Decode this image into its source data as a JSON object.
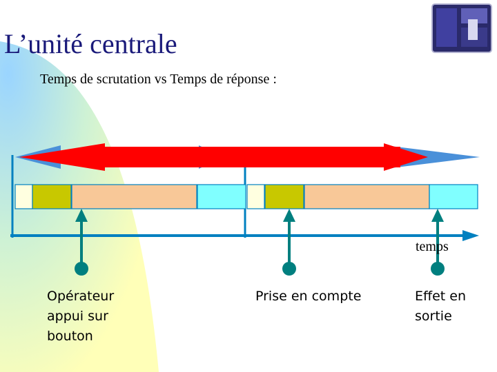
{
  "slide": {
    "title": "L’unité centrale",
    "subtitle": "Temps de scrutation vs Temps de réponse :"
  },
  "diagram": {
    "axis_label": "temps",
    "cycles": [
      {
        "segments": [
          "idle",
          "input",
          "processing",
          "output"
        ]
      },
      {
        "segments": [
          "idle",
          "input",
          "processing",
          "output"
        ]
      }
    ],
    "segment_colors": {
      "idle": "#ffffe0",
      "input": "#c8c800",
      "processing": "#f8c898",
      "output": "#80ffff"
    },
    "events": [
      {
        "label": "Opérateur\nappui sur\nbouton"
      },
      {
        "label": "Prise en compte"
      },
      {
        "label": "Effet en\nsortie"
      }
    ],
    "arrow_colors": {
      "response": "#ff0000",
      "scan": "#3b8fd8",
      "event": "#007f7f",
      "axis": "#0080c0"
    }
  }
}
